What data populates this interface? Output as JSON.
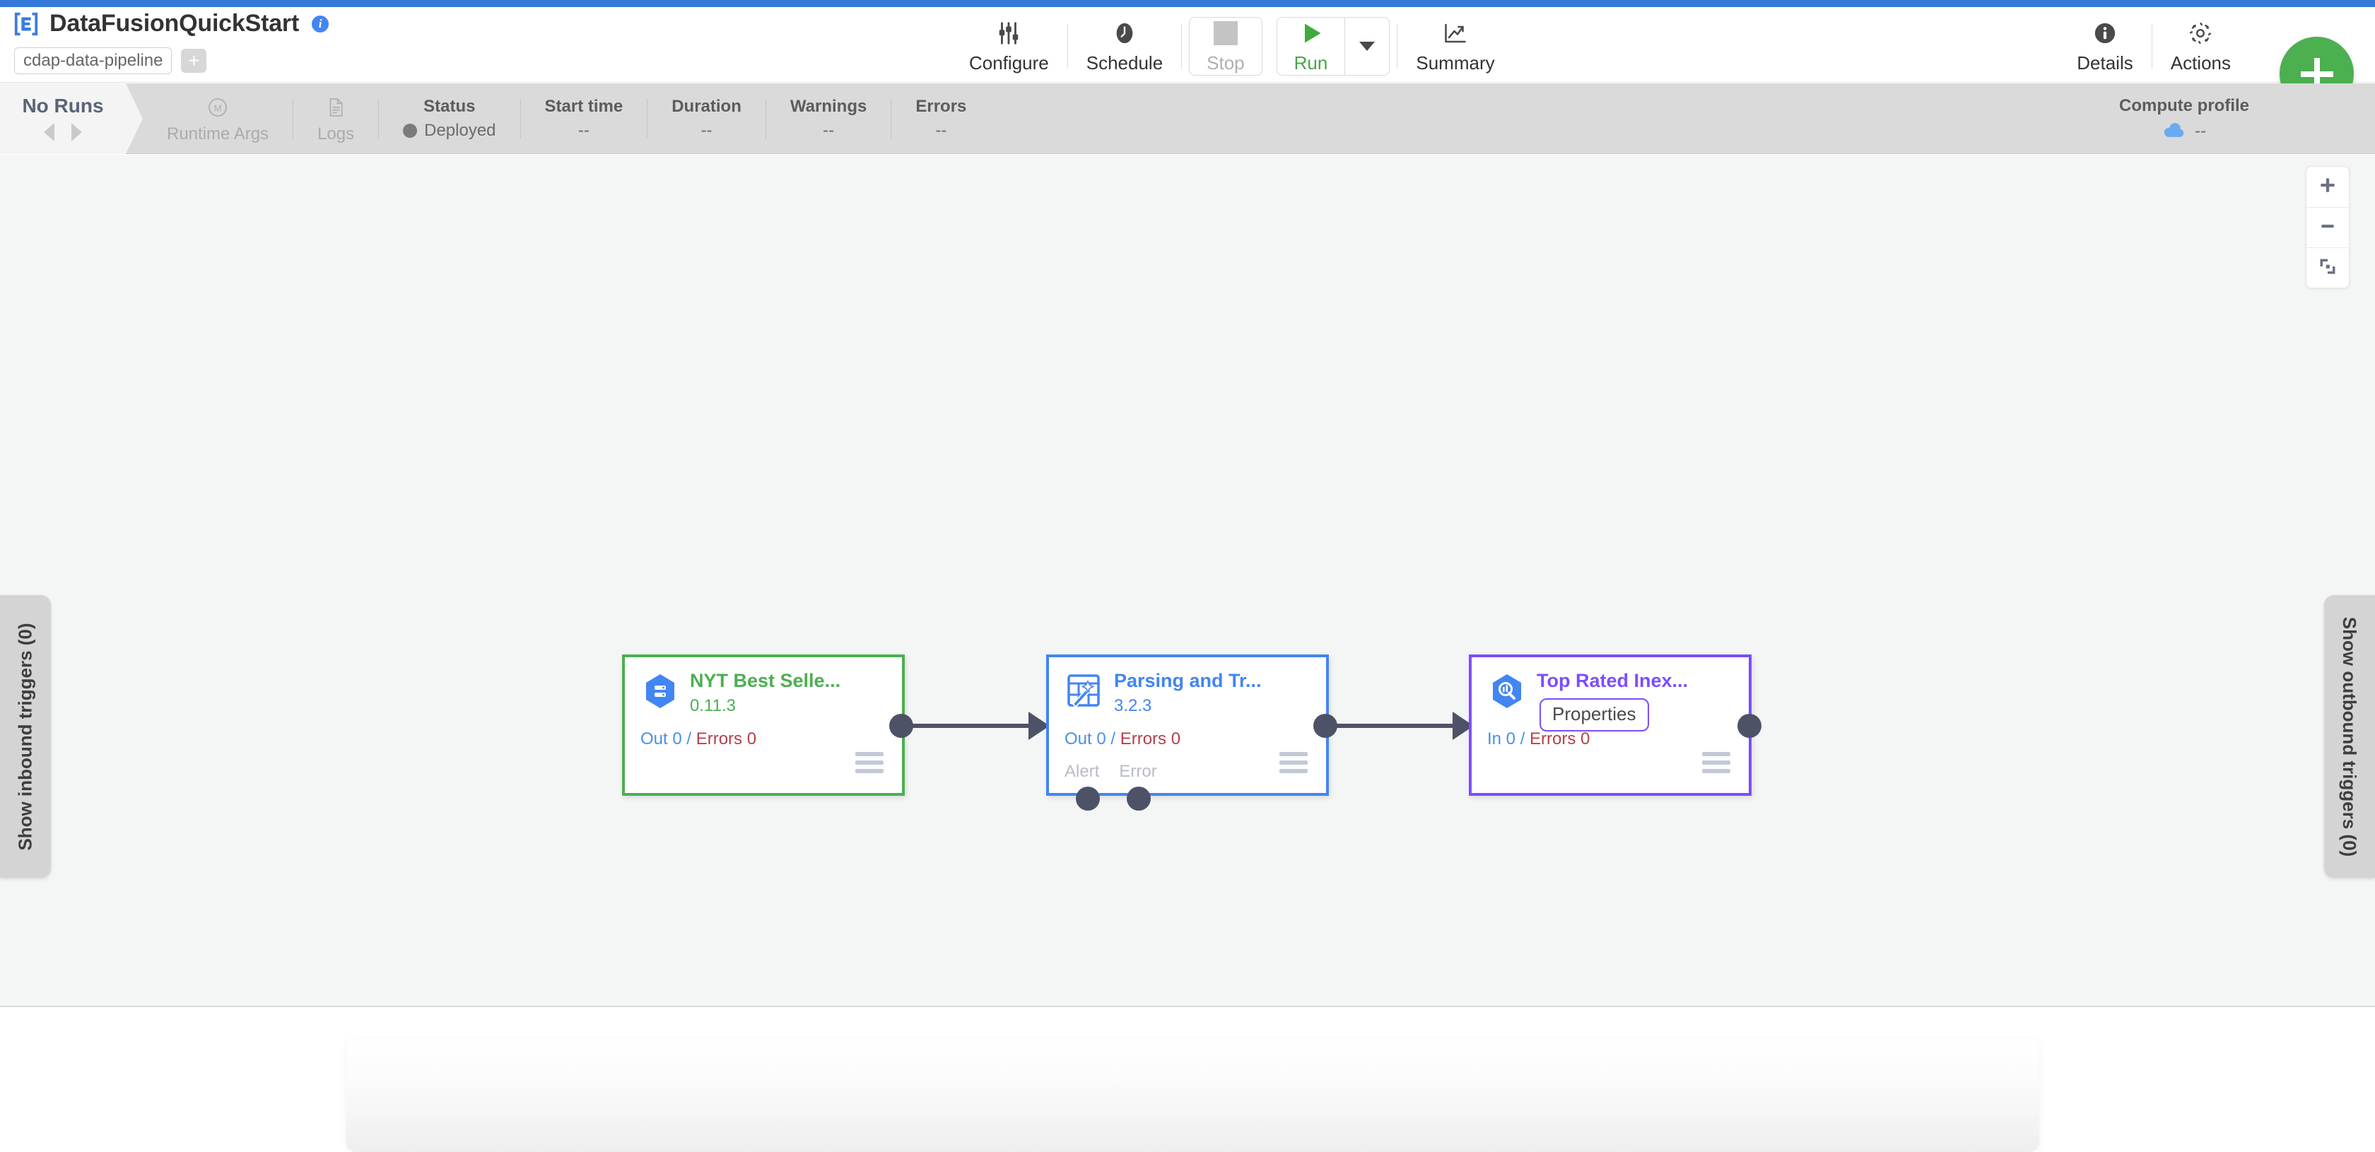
{
  "accent_color": "#3579d8",
  "header": {
    "logo_icon": "cdap-logo-icon",
    "title": "DataFusionQuickStart",
    "info_icon": "info-icon",
    "artifact_chip": "cdap-data-pipeline",
    "add_chip": "+",
    "toolbar_center": [
      {
        "icon": "sliders-icon",
        "label": "Configure",
        "state": "enabled"
      },
      {
        "icon": "clock-icon",
        "label": "Schedule",
        "state": "enabled"
      },
      {
        "icon": "stop-icon",
        "label": "Stop",
        "state": "disabled"
      },
      {
        "icon": "play-icon",
        "label": "Run",
        "state": "primary"
      },
      {
        "icon": "chart-line-icon",
        "label": "Summary",
        "state": "enabled"
      }
    ],
    "run_caret_icon": "chevron-down-icon",
    "toolbar_right": [
      {
        "icon": "info-circle-icon",
        "label": "Details"
      },
      {
        "icon": "gear-icon",
        "label": "Actions"
      }
    ],
    "fab": {
      "icon": "plus-icon",
      "label": "+",
      "color": "#4caf50"
    }
  },
  "runbar": {
    "no_runs_label": "No Runs",
    "prev_icon": "caret-left-icon",
    "next_icon": "caret-right-icon",
    "items": [
      {
        "icon": "runtime-args-icon",
        "label": "Runtime Args",
        "kind": "action"
      },
      {
        "icon": "logs-icon",
        "label": "Logs",
        "kind": "action"
      },
      {
        "header": "Status",
        "value": "Deployed",
        "kind": "stat",
        "dot": true
      },
      {
        "header": "Start time",
        "value": "--",
        "kind": "stat"
      },
      {
        "header": "Duration",
        "value": "--",
        "kind": "stat"
      },
      {
        "header": "Warnings",
        "value": "--",
        "kind": "stat"
      },
      {
        "header": "Errors",
        "value": "--",
        "kind": "stat"
      }
    ],
    "compute_profile": {
      "header": "Compute profile",
      "icon": "cloud-icon",
      "value": "--"
    }
  },
  "canvas": {
    "left_tab_label": "Show inbound triggers (0)",
    "right_tab_label": "Show outbound triggers (0)",
    "zoom_controls": [
      {
        "icon": "zoom-in-icon",
        "label": "+"
      },
      {
        "icon": "zoom-out-icon",
        "label": "−"
      },
      {
        "icon": "fit-screen-icon",
        "label": ""
      }
    ],
    "nodes": [
      {
        "id": "source",
        "icon": "bigquery-source-icon",
        "title": "NYT Best Selle...",
        "version": "0.11.3",
        "counts_prefix": "Out 0",
        "counts_sep": " / ",
        "counts_errors": "Errors 0",
        "border_color": "#4caf50",
        "title_color": "#4caf50",
        "ports": [],
        "menu_icon": "hamburger-icon"
      },
      {
        "id": "transform",
        "icon": "wrangler-transform-icon",
        "title": "Parsing and Tr...",
        "version": "3.2.3",
        "counts_prefix": "Out 0",
        "counts_sep": " / ",
        "counts_errors": "Errors 0",
        "border_color": "#4285f4",
        "title_color": "#4285f4",
        "ports": [
          "Alert",
          "Error"
        ],
        "menu_icon": "hamburger-icon"
      },
      {
        "id": "sink",
        "icon": "bigquery-sink-icon",
        "title": "Top Rated Inex...",
        "version": "",
        "properties_label": "Properties",
        "counts_prefix": "In 0",
        "counts_sep": " / ",
        "counts_errors": "Errors 0",
        "border_color": "#7c4dff",
        "title_color": "#7c4dff",
        "ports": [],
        "menu_icon": "hamburger-icon"
      }
    ]
  }
}
